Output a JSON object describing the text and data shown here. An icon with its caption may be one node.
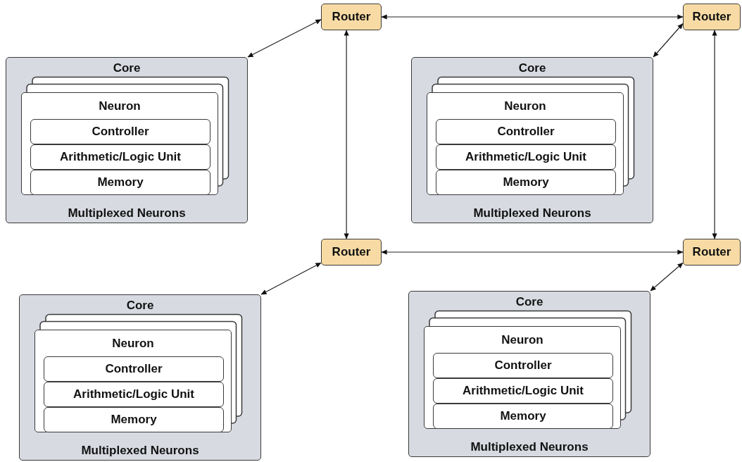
{
  "diagram": {
    "nodes": [
      {
        "text": [
          "Router"
        ]
      },
      {
        "text": [
          "Router"
        ]
      },
      {
        "text": [
          "Core",
          "Multiplexed Neurons"
        ]
      },
      {
        "text": [
          "Neuron"
        ],
        "in": 2
      },
      {
        "text": [
          "Controller"
        ],
        "in": 3
      },
      {
        "text": [
          "Arithmetic/Logic Unit"
        ],
        "in": 3
      },
      {
        "text": [
          "Memory"
        ],
        "in": 3
      },
      {
        "text": [
          "Core",
          "Multiplexed Neurons"
        ]
      },
      {
        "text": [
          "Neuron"
        ],
        "in": 7
      },
      {
        "text": [
          "Controller"
        ],
        "in": 8
      },
      {
        "text": [
          "Arithmetic/Logic Unit"
        ],
        "in": 8
      },
      {
        "text": [
          "Memory"
        ],
        "in": 8
      },
      {
        "text": [
          "Router"
        ]
      },
      {
        "text": [
          "Router"
        ]
      },
      {
        "text": [
          "Core",
          "Multiplexed Neurons"
        ]
      },
      {
        "text": [
          "Neuron"
        ],
        "in": 14
      },
      {
        "text": [
          "Controller"
        ],
        "in": 15
      },
      {
        "text": [
          "Arithmetic/Logic Unit"
        ],
        "in": 15
      },
      {
        "text": [
          "Memory"
        ],
        "in": 15
      },
      {
        "text": [
          "Core",
          "Multiplexed Neurons"
        ]
      },
      {
        "text": [
          "Neuron"
        ],
        "in": 19
      },
      {
        "text": [
          "Controller"
        ],
        "in": 20
      },
      {
        "text": [
          "Arithmetic/Logic Unit"
        ],
        "in": 20
      },
      {
        "text": [
          "Memory"
        ],
        "in": 20
      }
    ],
    "edges": [
      {
        "from": 0,
        "to": 1,
        "arrow": "both"
      },
      {
        "from": 0,
        "to": 2,
        "arrow": "both"
      },
      {
        "from": 1,
        "to": 7,
        "arrow": "both"
      },
      {
        "from": 0,
        "to": 12,
        "arrow": "both"
      },
      {
        "from": 1,
        "to": 13,
        "arrow": "both"
      },
      {
        "from": 12,
        "to": 13,
        "arrow": "both"
      },
      {
        "from": 12,
        "to": 14,
        "arrow": "both"
      },
      {
        "from": 13,
        "to": 19,
        "arrow": "both"
      }
    ]
  }
}
